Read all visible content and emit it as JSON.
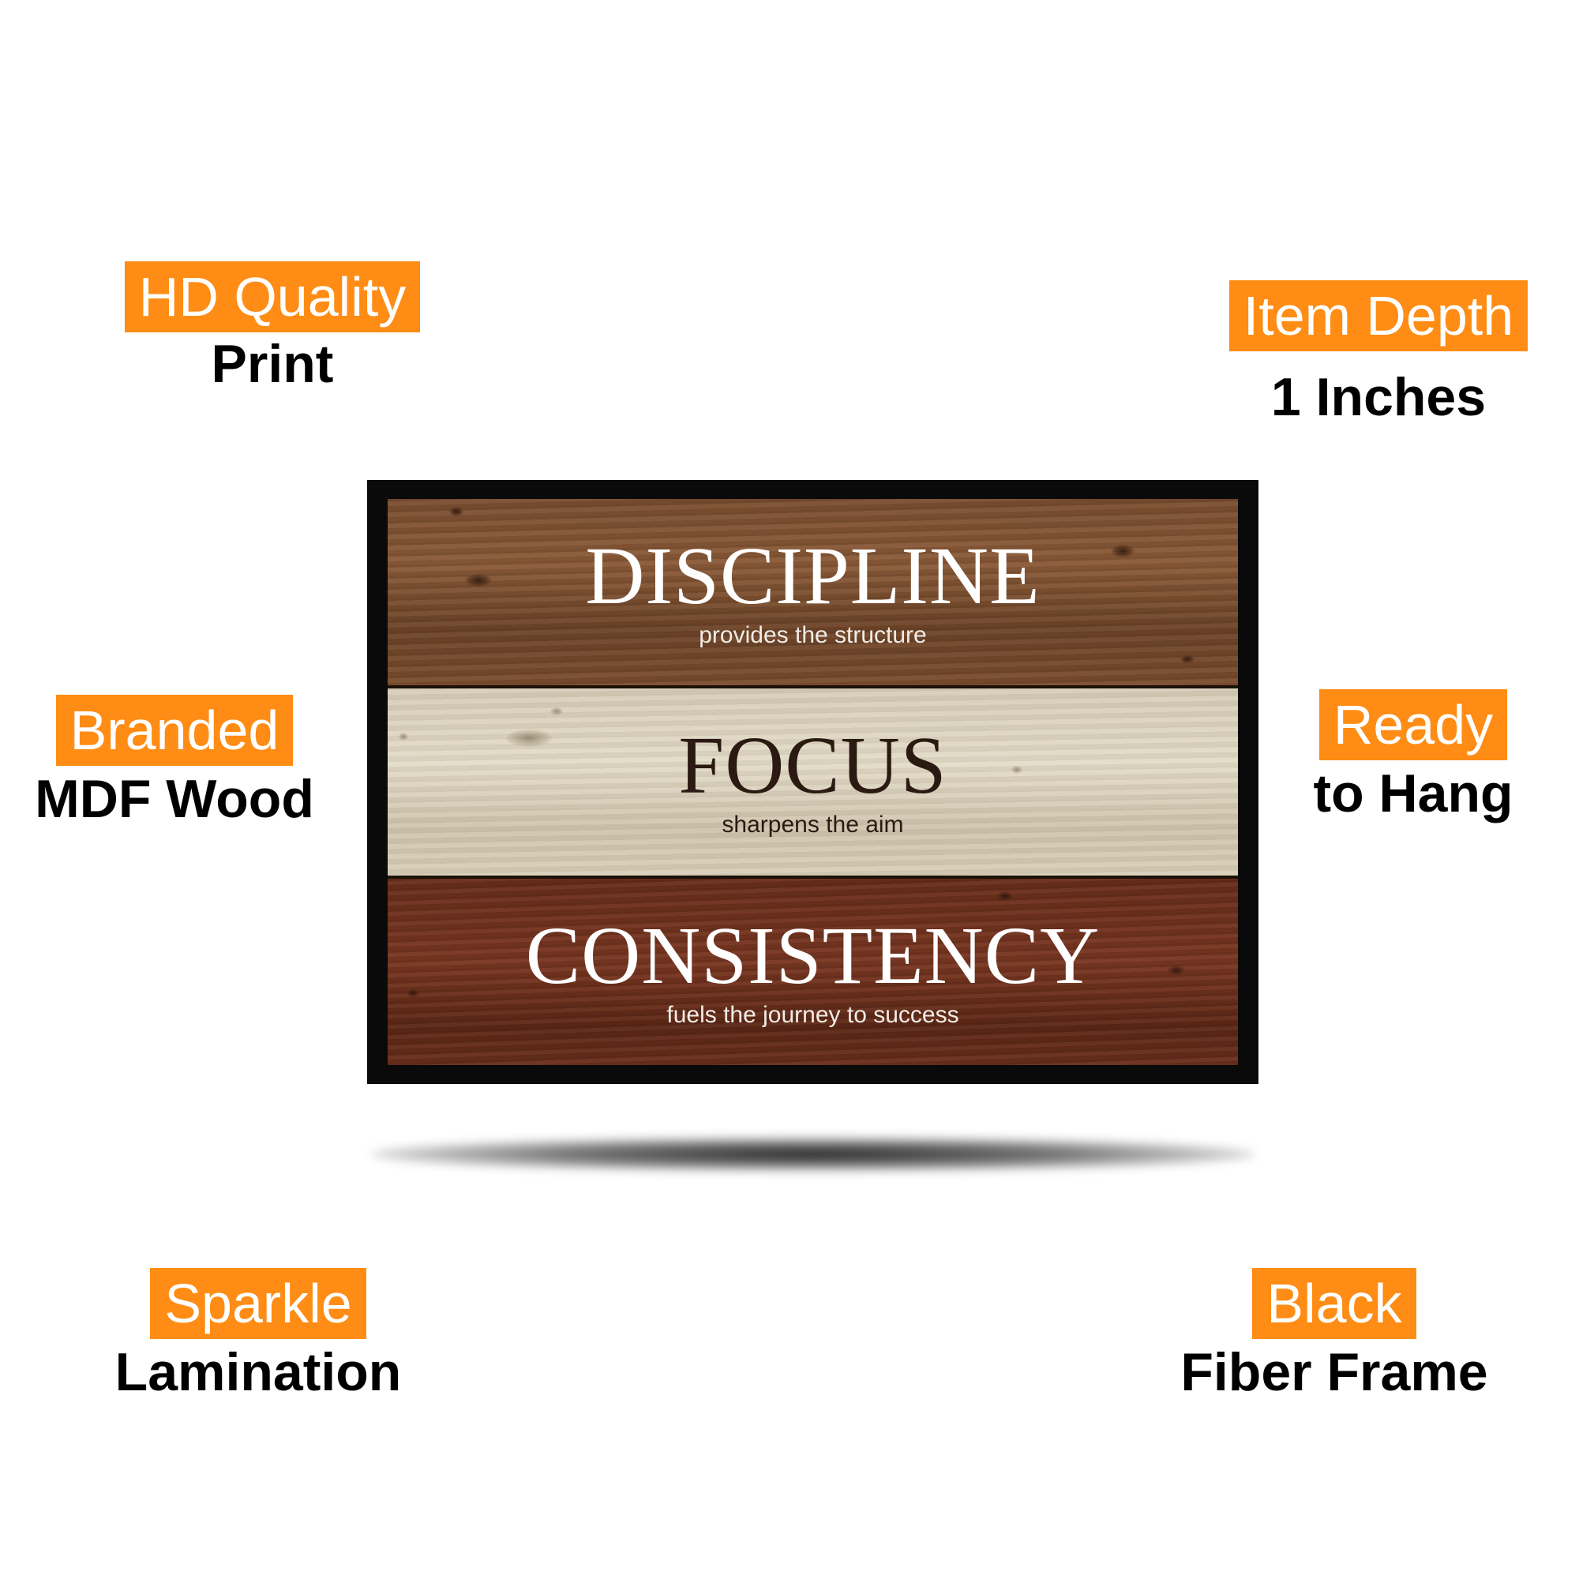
{
  "features": {
    "hd": {
      "badge": "HD Quality",
      "caption": "Print"
    },
    "depth": {
      "badge": "Item Depth",
      "caption": "1 Inches"
    },
    "mdf": {
      "badge": "Branded",
      "caption": "MDF Wood"
    },
    "hang": {
      "badge": "Ready",
      "caption": "to Hang"
    },
    "sparkle": {
      "badge": "Sparkle",
      "caption": "Lamination"
    },
    "frame": {
      "badge": "Black",
      "caption": "Fiber Frame"
    }
  },
  "poster": {
    "planks": [
      {
        "headline": "DISCIPLINE",
        "subline": "provides the structure"
      },
      {
        "headline": "FOCUS",
        "subline": "sharpens the aim"
      },
      {
        "headline": "CONSISTENCY",
        "subline": "fuels the journey to success"
      }
    ]
  },
  "colors": {
    "badge": "#ff8c14",
    "frame": "#0a0a0a",
    "background": "#ffffff"
  }
}
